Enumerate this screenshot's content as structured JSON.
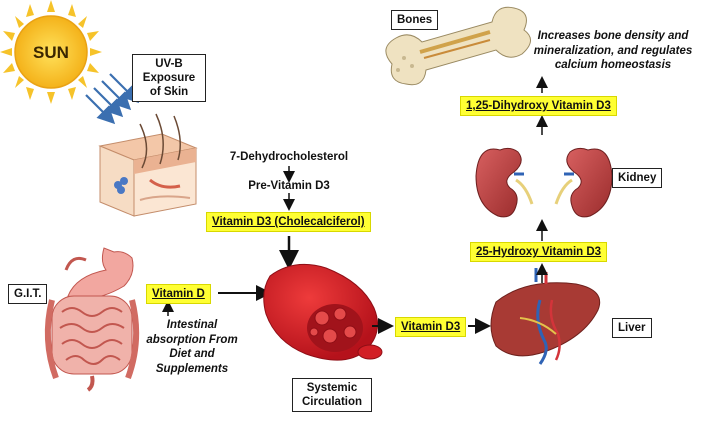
{
  "sun": {
    "label": "SUN"
  },
  "uvb": {
    "label": "UV-B Exposure of Skin"
  },
  "synthesis": {
    "step1": "7-Dehydrocholesterol",
    "step2": "Pre-Vitamin D3",
    "step3": "Vitamin D3 (Cholecalciferol)"
  },
  "git": {
    "label": "G.I.T."
  },
  "diet": {
    "vitamin_d": "Vitamin D",
    "absorption": "Intestinal absorption From Diet and Supplements"
  },
  "circulation": {
    "label": "Systemic Circulation"
  },
  "liver": {
    "label": "Liver",
    "vitamin_d3": "Vitamin D3",
    "product": "25-Hydroxy Vitamin D3"
  },
  "kidney": {
    "label": "Kidney",
    "product": "1,25-Dihydroxy Vitamin D3"
  },
  "bones": {
    "label": "Bones",
    "effect": "Increases bone density and mineralization, and regulates calcium homeostasis"
  },
  "colors": {
    "highlight": "#ffff33",
    "sun": "#f7c21b",
    "blood": "#d21f26",
    "organ": "#b83a3a",
    "bone": "#efe2c1"
  }
}
